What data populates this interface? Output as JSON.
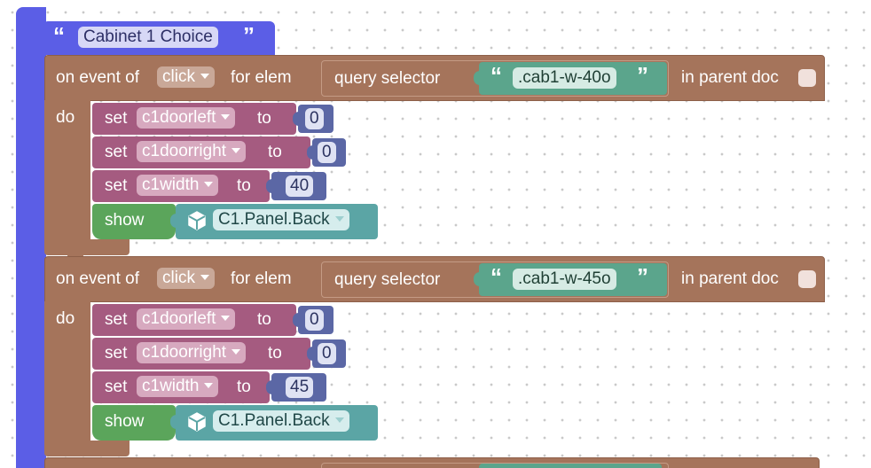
{
  "colors": {
    "outer_container": "#5b5ee6",
    "event_block": "#a5745b",
    "event_block_edge": "#8d5f49",
    "text_block": "#5ba58c",
    "variable_block": "#a55b80",
    "number_block": "#5b67a5",
    "show_block": "#5ba55b",
    "object_block": "#5ba5a5",
    "background": "#ffffff",
    "grid_dot": "#c9c9c9"
  },
  "container": {
    "open_quote": "“",
    "title": "Cabinet 1 Choice",
    "close_quote": "”"
  },
  "events": [
    {
      "on_event_label": "on event of",
      "event_type": "click",
      "for_elem_label": "for elem",
      "query_label": "query selector",
      "open_quote": "“",
      "selector": ".cab1-w-40o",
      "close_quote": "”",
      "parent_doc_label": "in parent doc",
      "parent_doc_checked": false,
      "do_label": "do",
      "statements": [
        {
          "set_label": "set",
          "variable": "c1doorleft",
          "to_label": "to",
          "value": "0"
        },
        {
          "set_label": "set",
          "variable": "c1doorright",
          "to_label": "to",
          "value": "0"
        },
        {
          "set_label": "set",
          "variable": "c1width",
          "to_label": "to",
          "value": "40"
        }
      ],
      "show": {
        "label": "show",
        "icon": "cube-icon",
        "object": "C1.Panel.Back"
      }
    },
    {
      "on_event_label": "on event of",
      "event_type": "click",
      "for_elem_label": "for elem",
      "query_label": "query selector",
      "open_quote": "“",
      "selector": ".cab1-w-45o",
      "close_quote": "”",
      "parent_doc_label": "in parent doc",
      "parent_doc_checked": false,
      "do_label": "do",
      "statements": [
        {
          "set_label": "set",
          "variable": "c1doorleft",
          "to_label": "to",
          "value": "0"
        },
        {
          "set_label": "set",
          "variable": "c1doorright",
          "to_label": "to",
          "value": "0"
        },
        {
          "set_label": "set",
          "variable": "c1width",
          "to_label": "to",
          "value": "45"
        }
      ],
      "show": {
        "label": "show",
        "icon": "cube-icon",
        "object": "C1.Panel.Back"
      }
    }
  ]
}
